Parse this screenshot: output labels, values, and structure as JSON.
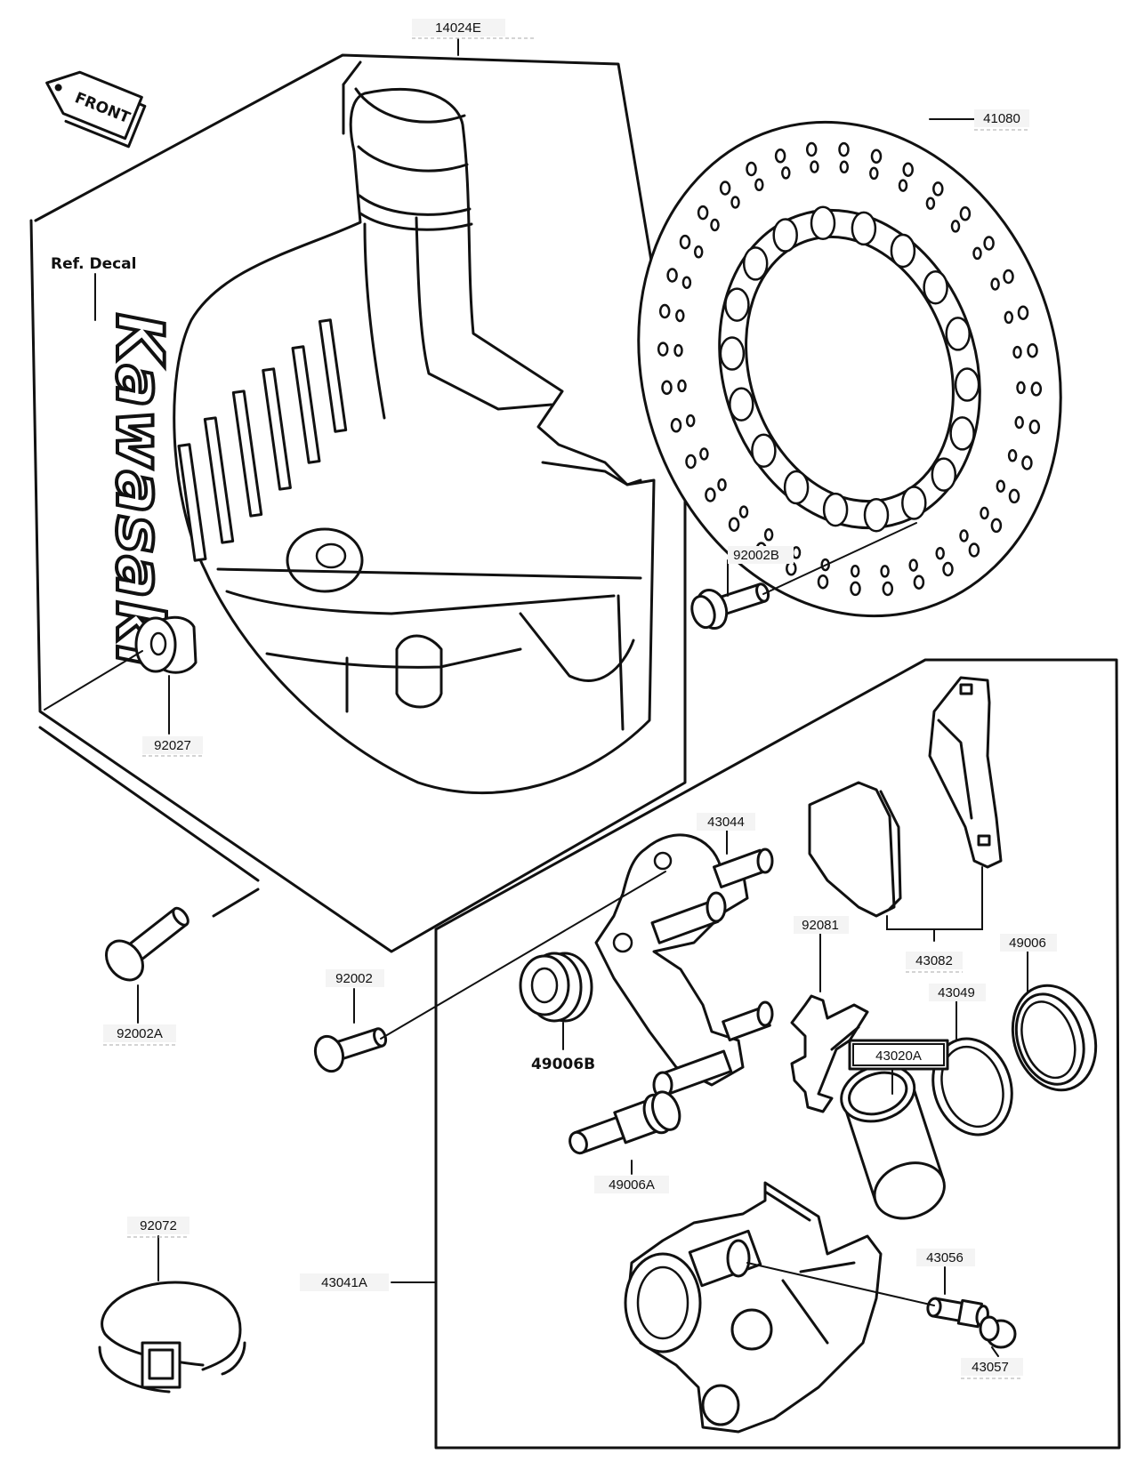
{
  "front_tag": "FRONT",
  "ref_decal": "Ref. Decal",
  "decal_text": "Kawasaki",
  "parts": {
    "p14024E": "14024E",
    "p41080": "41080",
    "p92002B": "92002B",
    "p92027": "92027",
    "p43044": "43044",
    "p92081": "92081",
    "p43082": "43082",
    "p49006": "49006",
    "p43049": "43049",
    "p92002": "92002",
    "p92002A": "92002A",
    "p49006B": "49006B",
    "p43020A": "43020A",
    "p49006A": "49006A",
    "p92072": "92072",
    "p43041A": "43041A",
    "p43056": "43056",
    "p43057": "43057"
  }
}
